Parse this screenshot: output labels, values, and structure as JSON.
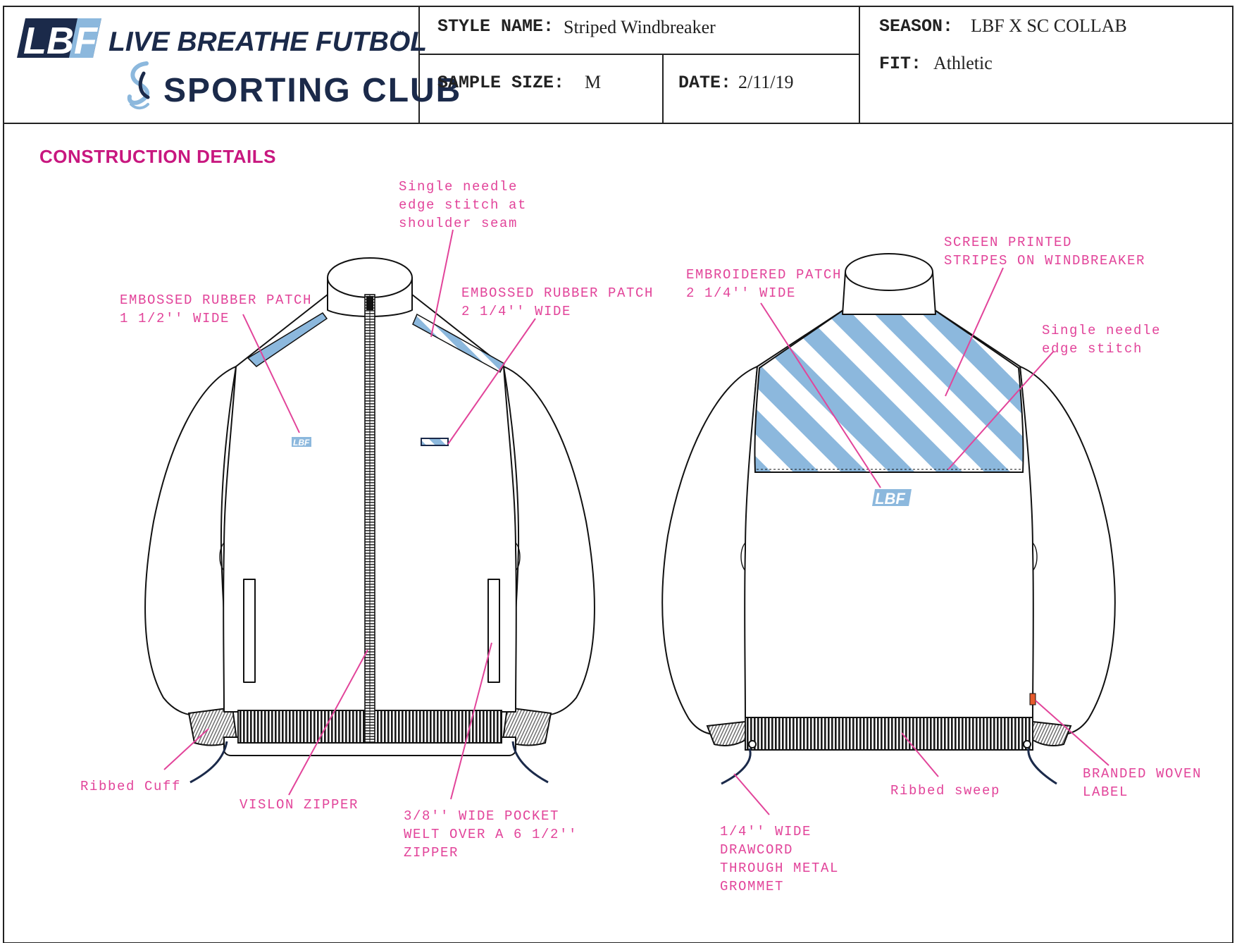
{
  "header": {
    "brand_name": "LIVE BREATHE FUTBOL",
    "brand_tm": "™",
    "brand_logo_text": "LBF",
    "club_name": "SPORTING CLUB",
    "style_name_label": "STYLE NAME:",
    "style_name_value": "Striped Windbreaker",
    "sample_size_label": "SAMPLE SIZE:",
    "sample_size_value": "M",
    "date_label": "DATE:",
    "date_value": "2/11/19",
    "season_label": "SEASON:",
    "season_value": "LBF X SC COLLAB",
    "fit_label": "FIT:",
    "fit_value": "Athletic"
  },
  "section_title": "CONSTRUCTION DETAILS",
  "colors": {
    "callout": "#e2449a",
    "section_title": "#c8177f",
    "stripe_blue": "#8cb8dd",
    "navy": "#1b2a4a"
  },
  "front_callouts": {
    "shoulder_stitch": [
      "Single needle",
      "edge stitch at",
      "shoulder seam"
    ],
    "patch_left": [
      "EMBOSSED RUBBER PATCH",
      "1 1/2'' WIDE"
    ],
    "patch_right": [
      "EMBOSSED RUBBER PATCH",
      "2 1/4'' WIDE"
    ],
    "ribbed_cuff": [
      "Ribbed Cuff"
    ],
    "vislon_zipper": [
      "VISLON ZIPPER"
    ],
    "pocket": [
      "3/8'' WIDE POCKET",
      "WELT OVER A 6 1/2''",
      "ZIPPER"
    ]
  },
  "back_callouts": {
    "embroidered_patch": [
      "EMBROIDERED PATCH",
      "2 1/4'' WIDE"
    ],
    "screen_printed": [
      "SCREEN PRINTED",
      "STRIPES ON WINDBREAKER"
    ],
    "edge_stitch": [
      "Single needle",
      "edge stitch"
    ],
    "ribbed_sweep": [
      "Ribbed sweep"
    ],
    "drawcord": [
      "1/4'' WIDE",
      "DRAWCORD",
      "THROUGH METAL",
      "GROMMET"
    ],
    "woven_label": [
      "BRANDED WOVEN",
      "LABEL"
    ]
  },
  "garment_logo_text": "LBF"
}
